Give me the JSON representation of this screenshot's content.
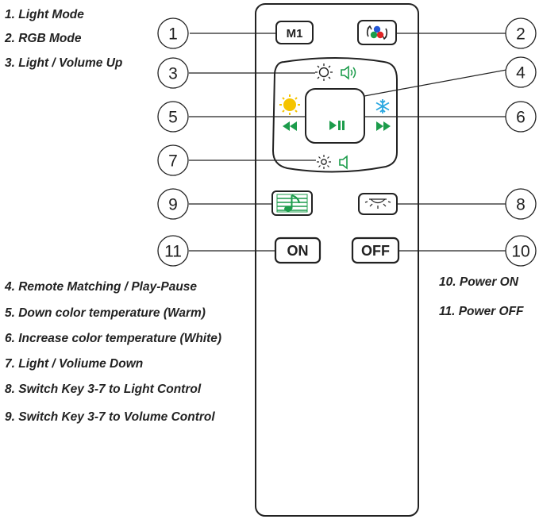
{
  "legend_top": [
    "1. Light Mode",
    "2. RGB Mode",
    "3. Light / Volume Up"
  ],
  "legend_bottom_left": [
    "4. Remote Matching / Play-Pause",
    "5. Down color temperature (Warm)",
    "6. Increase color temperature (White)",
    "7. Light / Voliume Down",
    "8. Switch Key 3-7 to Light Control",
    "9. Switch Key 3-7 to Volume Control"
  ],
  "legend_right": [
    "10. Power ON",
    "11. Power OFF"
  ],
  "callouts": [
    "1",
    "2",
    "3",
    "4",
    "5",
    "6",
    "7",
    "8",
    "9",
    "10",
    "11"
  ],
  "buttons": {
    "m1": "M1",
    "on": "ON",
    "off": "OFF"
  },
  "icons": {
    "rgb": "rgb-cycle-icon",
    "brightness_up": "sun-icon",
    "volume_up": "speaker-icon",
    "warm": "warm-sun-icon",
    "rewind": "rewind-icon",
    "play_pause": "play-pause-icon",
    "white": "snowflake-icon",
    "fast_forward": "fast-forward-icon",
    "brightness_down": "small-sun-icon",
    "volume_down": "speaker-icon",
    "music": "music-note-icon",
    "light": "lamp-icon"
  },
  "colors": {
    "outline": "#222222",
    "green": "#1c9c4b",
    "warm": "#f5c400",
    "snow": "#2aa7e0",
    "red": "#e02424",
    "blue": "#2457d6"
  }
}
